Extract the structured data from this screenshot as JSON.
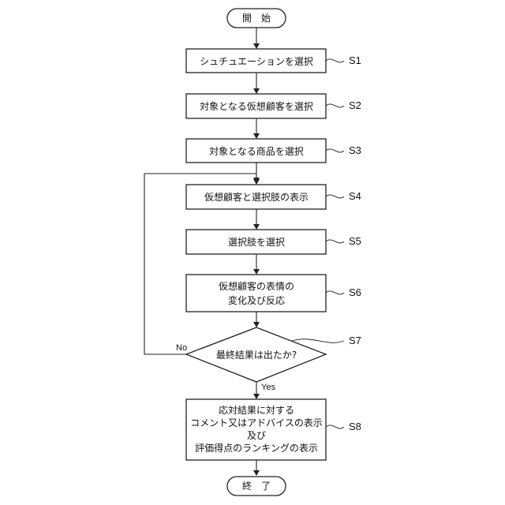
{
  "flowchart": {
    "start": {
      "label": "開　始"
    },
    "end": {
      "label": "終　了"
    },
    "steps": [
      {
        "id": "S1",
        "lines": [
          "シュチュエーションを選択"
        ]
      },
      {
        "id": "S2",
        "lines": [
          "対象となる仮想顧客を選択"
        ]
      },
      {
        "id": "S3",
        "lines": [
          "対象となる商品を選択"
        ]
      },
      {
        "id": "S4",
        "lines": [
          "仮想顧客と選択肢の表示"
        ]
      },
      {
        "id": "S5",
        "lines": [
          "選択肢を選択"
        ]
      },
      {
        "id": "S6",
        "lines": [
          "仮想顧客の表情の",
          "変化及び反応"
        ]
      },
      {
        "id": "S8",
        "lines": [
          "応対結果に対する",
          "コメント又はアドバイスの表示",
          "及び",
          "評価得点のランキングの表示"
        ]
      }
    ],
    "decision": {
      "id": "S7",
      "label": "最終結果は出たか?",
      "yes_label": "Yes",
      "no_label": "No"
    }
  }
}
